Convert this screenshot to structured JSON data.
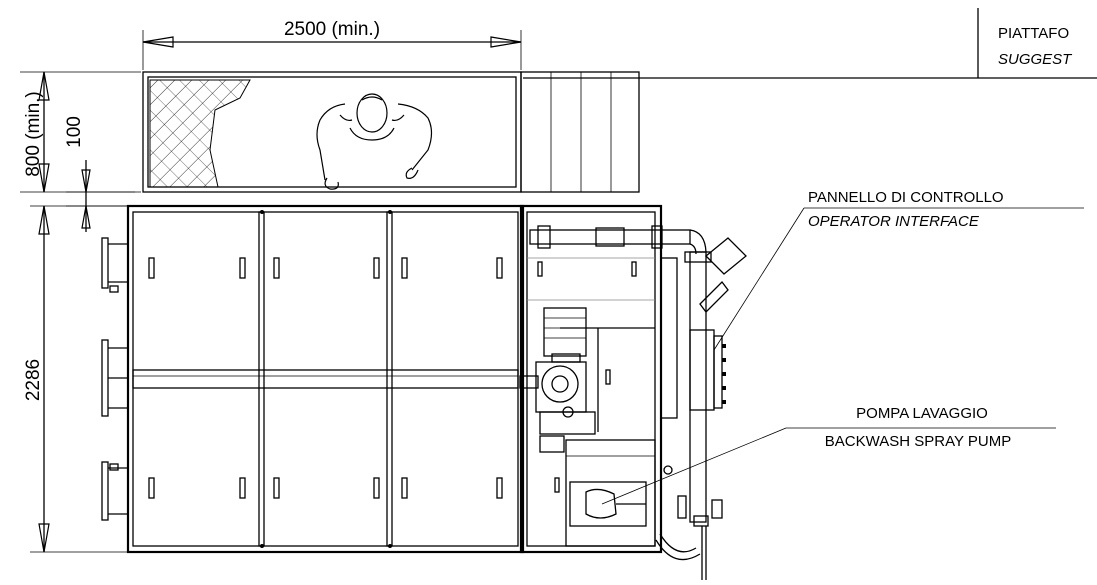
{
  "dimensions": {
    "platform_length": "2500 (min.)",
    "platform_width": "800 (min.)",
    "gap": "100",
    "machine_depth": "2286"
  },
  "callouts": {
    "platform_it": "PIATTAFO",
    "platform_en": "SUGGEST",
    "control_it": "PANNELLO DI CONTROLLO",
    "control_en": "OPERATOR INTERFACE",
    "pump_it": "POMPA LAVAGGIO",
    "pump_en": "BACKWASH SPRAY PUMP"
  }
}
